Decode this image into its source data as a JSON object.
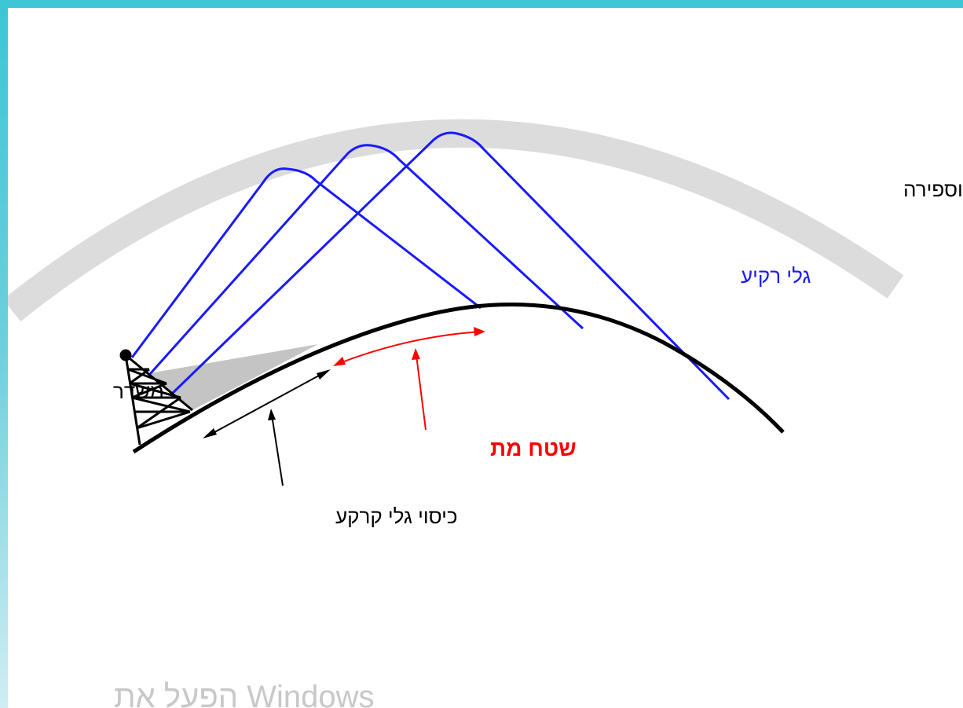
{
  "labels": {
    "ionosphere": "יונוספירה",
    "sky_waves": "גלי רקיע",
    "transmitter": "משדר",
    "dead_zone": "שטח מת",
    "ground_wave_coverage": "כיסוי גלי קרקע"
  },
  "watermark": "הפעל את Windows",
  "colors": {
    "ionosphere": "#dcdcdc",
    "sky_wave": "#1a1aff",
    "dead_zone": "#ff0000",
    "ground": "#000000",
    "ground_wave_area": "#c4c4c4"
  }
}
